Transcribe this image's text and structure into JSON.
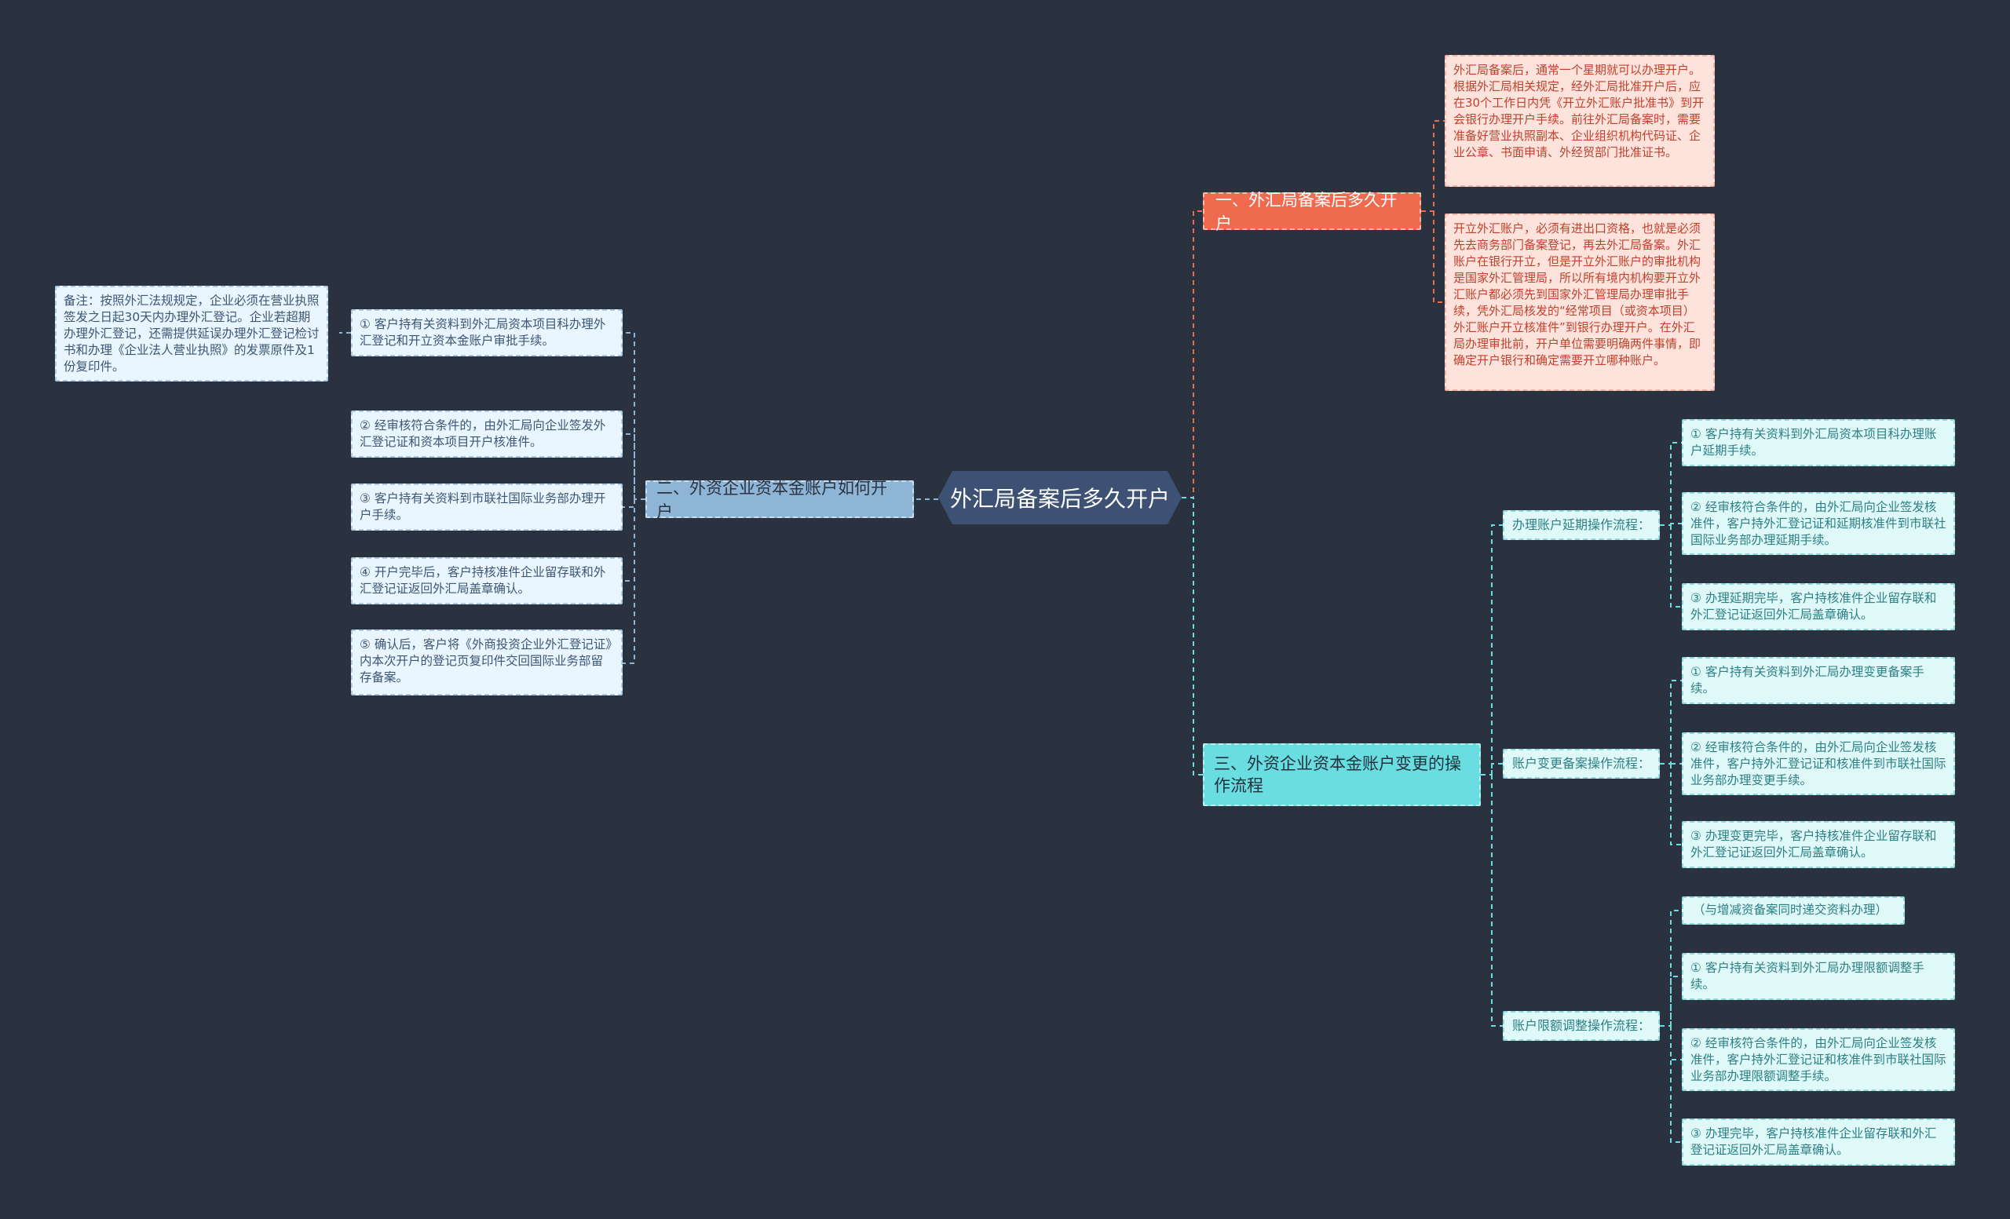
{
  "root": {
    "label": "外汇局备案后多久开户"
  },
  "branch1": {
    "label": "一、外汇局备案后多久开户",
    "items": [
      "外汇局备案后，通常一个星期就可以办理开户。根据外汇局相关规定，经外汇局批准开户后，应在30个工作日内凭《开立外汇账户批准书》到开会银行办理开户手续。前往外汇局备案时，需要准备好营业执照副本、企业组织机构代码证、企业公章、书面申请、外经贸部门批准证书。",
      "开立外汇账户，必须有进出口资格，也就是必须先去商务部门备案登记，再去外汇局备案。外汇账户在银行开立，但是开立外汇账户的审批机构是国家外汇管理局，所以所有境内机构要开立外汇账户都必须先到国家外汇管理局办理审批手续，凭外汇局核发的“经常项目（或资本项目）外汇账户开立核准件”到银行办理开户。在外汇局办理审批前，开户单位需要明确两件事情，即确定开户银行和确定需要开立哪种账户。"
    ]
  },
  "branch2": {
    "label": "二、外资企业资本金账户如何开户",
    "items": [
      "① 客户持有关资料到外汇局资本项目科办理外汇登记和开立资本金账户审批手续。",
      "② 经审核符合条件的，由外汇局向企业签发外汇登记证和资本项目开户核准件。",
      "③ 客户持有关资料到市联社国际业务部办理开户手续。",
      "④ 开户完毕后，客户持核准件企业留存联和外汇登记证返回外汇局盖章确认。",
      "⑤ 确认后，客户将《外商投资企业外汇登记证》内本次开户的登记页复印件交回国际业务部留存备案。"
    ],
    "note": "备注：按照外汇法规规定，企业必须在营业执照签发之日起30天内办理外汇登记。企业若超期办理外汇登记，还需提供延误办理外汇登记检讨书和办理《企业法人营业执照》的发票原件及1份复印件。"
  },
  "branch3": {
    "label": "三、外资企业资本金账户变更的操作流程",
    "groups": [
      {
        "label": "办理账户延期操作流程：",
        "items": [
          "① 客户持有关资料到外汇局资本项目科办理账户延期手续。",
          "② 经审核符合条件的，由外汇局向企业签发核准件，客户持外汇登记证和延期核准件到市联社国际业务部办理延期手续。",
          "③ 办理延期完毕，客户持核准件企业留存联和外汇登记证返回外汇局盖章确认。"
        ]
      },
      {
        "label": "账户变更备案操作流程：",
        "items": [
          "① 客户持有关资料到外汇局办理变更备案手续。",
          "② 经审核符合条件的，由外汇局向企业签发核准件，客户持外汇登记证和核准件到市联社国际业务部办理变更手续。",
          "③ 办理变更完毕，客户持核准件企业留存联和外汇登记证返回外汇局盖章确认。"
        ]
      },
      {
        "label": "账户限额调整操作流程：",
        "items": [
          "（与增减资备案同时递交资料办理）",
          "① 客户持有关资料到外汇局办理限额调整手续。",
          "② 经审核符合条件的，由外汇局向企业签发核准件，客户持外汇登记证和核准件到市联社国际业务部办理限额调整手续。",
          "③ 办理完毕，客户持核准件企业留存联和外汇登记证返回外汇局盖章确认。"
        ]
      }
    ]
  },
  "colors": {
    "background": "#2a3240",
    "root": "#3c5173",
    "branch1": "#f06a4f",
    "branch2": "#8fb5d6",
    "branch3": "#69dde0"
  }
}
